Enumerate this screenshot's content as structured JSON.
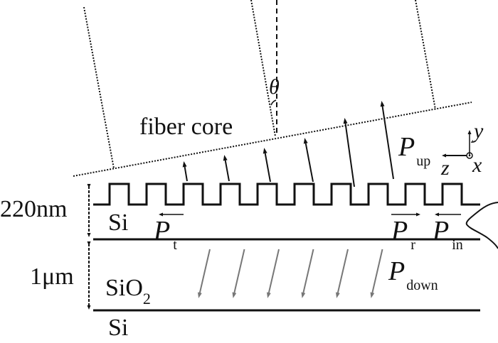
{
  "diagram": {
    "title": "Grating coupler cross-section with fiber",
    "labels": {
      "fiber_core": "fiber core",
      "theta": "θ",
      "thickness_si": "220nm",
      "thickness_box": "1μm",
      "si_top": "Si",
      "sio2": "SiO",
      "sio2_sub": "2",
      "si_substrate": "Si",
      "p_up": "P",
      "p_up_sub": "up",
      "p_down": "P",
      "p_down_sub": "down",
      "p_t": "P",
      "p_t_sub": "t",
      "p_r": "P",
      "p_r_sub": "r",
      "p_in": "P",
      "p_in_sub": "in",
      "axis_y": "y",
      "axis_z": "z",
      "axis_x": "x"
    },
    "grating": {
      "tooth_count": 10
    },
    "upward_arrows": 6,
    "downward_arrows": 6,
    "colors": {
      "line": "#111111",
      "down_arrow": "#777777"
    }
  }
}
